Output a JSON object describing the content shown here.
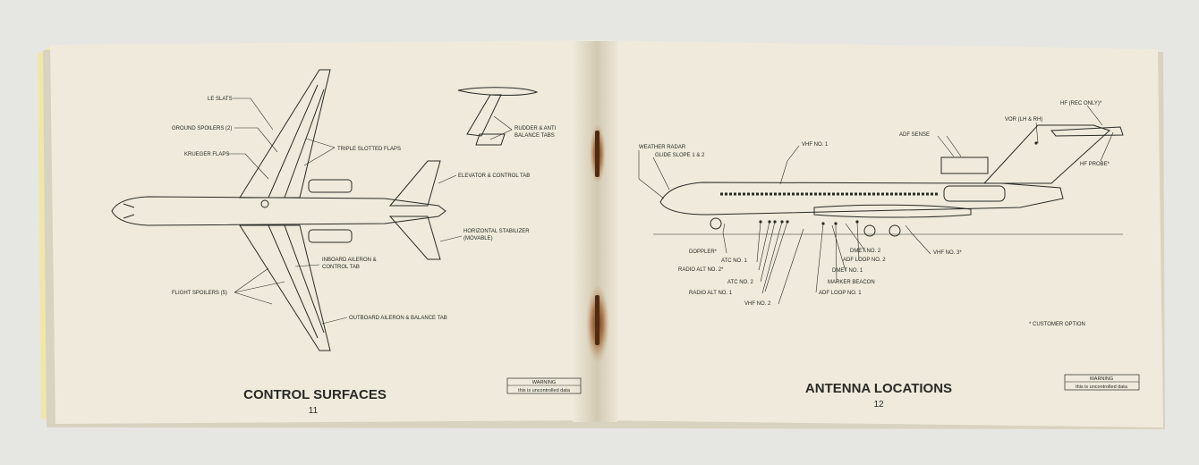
{
  "left_page": {
    "title": "CONTROL SURFACES",
    "page_number": "11",
    "warning": {
      "heading": "WARNING",
      "text": "this is uncontrolled data"
    },
    "callouts": {
      "le_slats": "LE SLATS",
      "ground_spoilers": "GROUND SPOILERS (2)",
      "krueger_flaps": "KRUEGER FLAPS",
      "triple_slotted_flaps": "TRIPLE SLOTTED FLAPS",
      "rudder_anti_balance_1": "RUDDER & ANTI",
      "rudder_anti_balance_2": "BALANCE TABS",
      "elevator_control_tab": "ELEVATOR & CONTROL TAB",
      "horizontal_stabilizer_1": "HORIZONTAL STABILIZER",
      "horizontal_stabilizer_2": "(MOVABLE)",
      "inboard_aileron_1": "INBOARD AILERON &",
      "inboard_aileron_2": "CONTROL TAB",
      "flight_spoilers": "FLIGHT SPOILERS (5)",
      "outboard_aileron": "OUTBOARD AILERON & BALANCE TAB"
    }
  },
  "right_page": {
    "title": "ANTENNA LOCATIONS",
    "page_number": "12",
    "warning": {
      "heading": "WARNING",
      "text": "this is uncontrolled data"
    },
    "footnote": "* CUSTOMER OPTION",
    "callouts": {
      "weather_radar": "WEATHER RADAR",
      "glide_slope": "GLIDE SLOPE 1 & 2",
      "vhf_no_1": "VHF NO. 1",
      "adf_sense": "ADF SENSE",
      "vor": "VOR (LH & RH)",
      "hf_rec_only": "HF (REC ONLY)*",
      "hf_probe": "HF PROBE*",
      "doppler": "DOPPLER*",
      "atc_no_1": "ATC NO. 1",
      "radio_alt_no_2": "RADIO ALT NO. 2*",
      "atc_no_2": "ATC NO. 2",
      "radio_alt_no_1": "RADIO ALT NO. 1",
      "vhf_no_2": "VHF NO. 2",
      "dmet_no_2": "DMET NO. 2",
      "adf_loop_no_2": "ADF LOOP NO. 2",
      "dmet_no_1": "DMET NO. 1",
      "marker_beacon": "MARKER BEACON",
      "adf_loop_no_1": "ADF LOOP NO. 1",
      "vhf_no_3": "VHF NO. 3*"
    }
  },
  "colors": {
    "paper": "#efeadb",
    "background": "#e6e6e3",
    "ink": "#2a2a27",
    "rust": "#8a4a20"
  }
}
